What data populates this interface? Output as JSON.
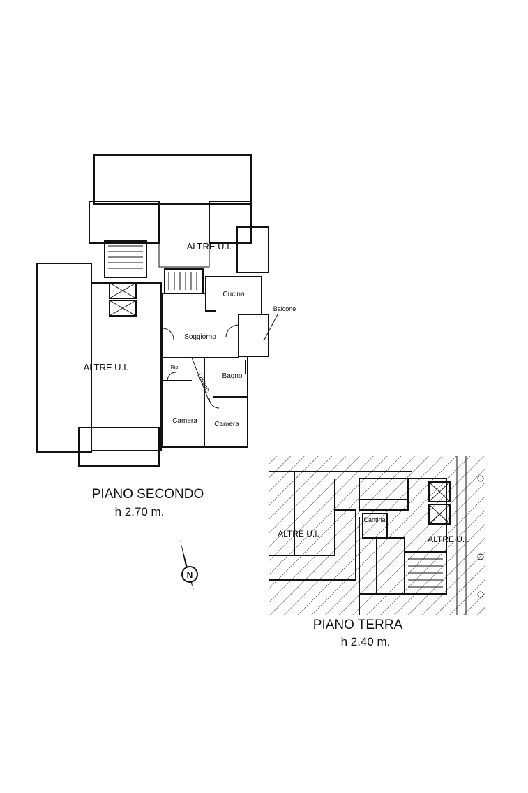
{
  "plans": {
    "second_floor": {
      "title": "PIANO SECONDO",
      "height": "h 2.70 m.",
      "rooms": {
        "other_units_top": "ALTRE U.I.",
        "other_units_left": "ALTRE U.I.",
        "kitchen": "Cucina",
        "balcony": "Balcone",
        "living": "Soggiorno",
        "storage": "Rip.",
        "hall": "Disimp.",
        "bathroom": "Bagno",
        "bedroom_1": "Camera",
        "bedroom_2": "Camera"
      }
    },
    "ground_floor": {
      "title": "PIANO TERRA",
      "height": "h 2.40 m.",
      "rooms": {
        "other_units_left": "ALTRE U.I.",
        "cellar": "Cantina",
        "other_units_right": "ALTRE U.I."
      }
    }
  },
  "compass": {
    "north_label": "N"
  },
  "colors": {
    "ink": "#111111",
    "paper": "#ffffff"
  }
}
